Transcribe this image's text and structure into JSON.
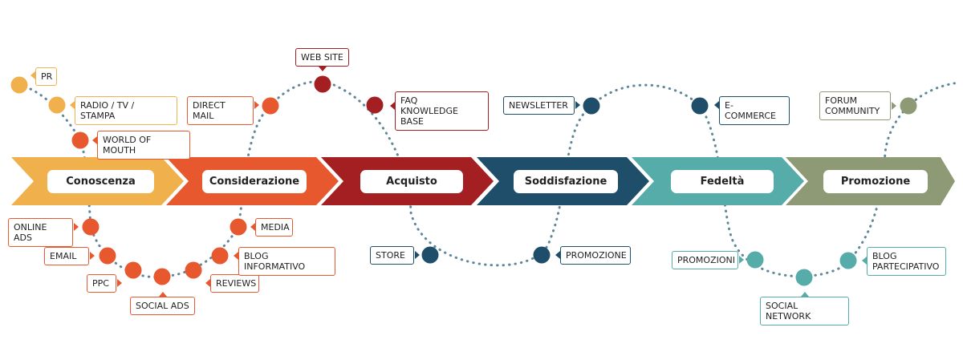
{
  "stages": [
    {
      "id": "conoscenza",
      "label": "Conoscenza",
      "color": "#F0B04B"
    },
    {
      "id": "considerazione",
      "label": "Considerazione",
      "color": "#E8582F"
    },
    {
      "id": "acquisto",
      "label": "Acquisto",
      "color": "#A31F22"
    },
    {
      "id": "soddisfazione",
      "label": "Soddisfazione",
      "color": "#1F4E6A"
    },
    {
      "id": "fedelta",
      "label": "Fedeltà",
      "color": "#55ACA8"
    },
    {
      "id": "promozione",
      "label": "Promozione",
      "color": "#8E9A76"
    }
  ],
  "touchpoints": [
    {
      "id": "pr",
      "label": "PR",
      "stage": "conoscenza"
    },
    {
      "id": "radio-tv-stampa",
      "label": "RADIO / TV / STAMPA",
      "stage": "conoscenza"
    },
    {
      "id": "world-of-mouth",
      "label": "WORLD OF MOUTH",
      "stage": "considerazione"
    },
    {
      "id": "online-ads",
      "label": "ONLINE ADS",
      "stage": "considerazione"
    },
    {
      "id": "email",
      "label": "EMAIL",
      "stage": "considerazione"
    },
    {
      "id": "ppc",
      "label": "PPC",
      "stage": "considerazione"
    },
    {
      "id": "social-ads",
      "label": "SOCIAL ADS",
      "stage": "considerazione"
    },
    {
      "id": "reviews",
      "label": "REVIEWS",
      "stage": "considerazione"
    },
    {
      "id": "blog-informativo",
      "label": "BLOG INFORMATIVO",
      "stage": "considerazione"
    },
    {
      "id": "media",
      "label": "MEDIA",
      "stage": "considerazione"
    },
    {
      "id": "direct-mail",
      "label": "DIRECT MAIL",
      "stage": "considerazione"
    },
    {
      "id": "web-site",
      "label": "WEB SITE",
      "stage": "acquisto"
    },
    {
      "id": "faq",
      "label": "FAQ\nKNOWLEDGE BASE",
      "stage": "acquisto"
    },
    {
      "id": "store",
      "label": "STORE",
      "stage": "soddisfazione"
    },
    {
      "id": "promozione-tp",
      "label": "PROMOZIONE",
      "stage": "soddisfazione"
    },
    {
      "id": "newsletter",
      "label": "NEWSLETTER",
      "stage": "soddisfazione"
    },
    {
      "id": "e-commerce",
      "label": "E-COMMERCE",
      "stage": "soddisfazione"
    },
    {
      "id": "promozioni",
      "label": "PROMOZIONI",
      "stage": "fedelta"
    },
    {
      "id": "social-network",
      "label": "SOCIAL NETWORK",
      "stage": "fedelta"
    },
    {
      "id": "blog-partecipativo",
      "label": "BLOG\nPARTECIPATIVO",
      "stage": "fedelta"
    },
    {
      "id": "forum-community",
      "label": "FORUM\nCOMMUNITY",
      "stage": "promozione"
    }
  ]
}
